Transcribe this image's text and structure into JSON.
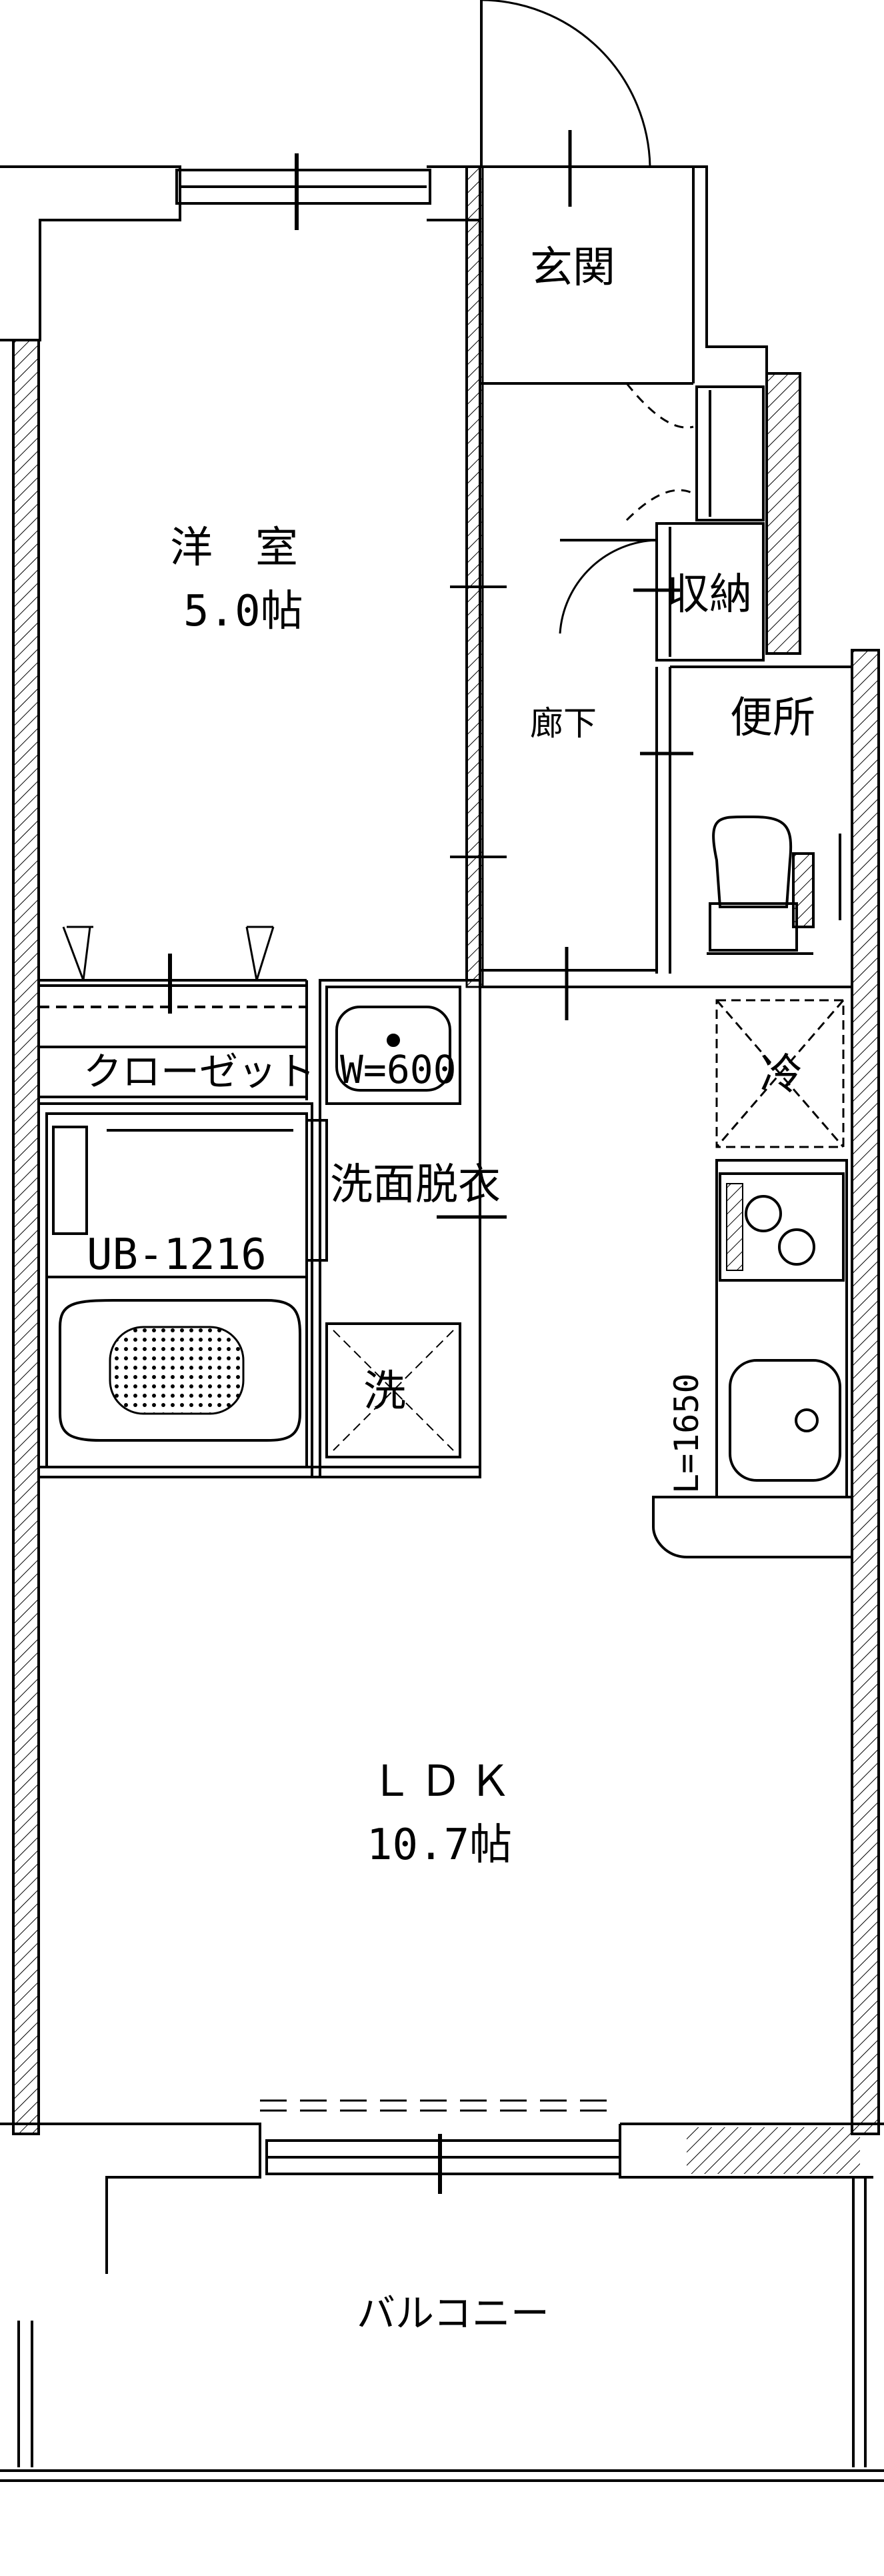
{
  "rooms": {
    "western_room": {
      "name": "洋　室",
      "area": "5.0帖"
    },
    "entrance": {
      "name": "玄関"
    },
    "storage": {
      "name": "収納"
    },
    "hallway": {
      "name": "廊下"
    },
    "toilet": {
      "name": "便所"
    },
    "closet": {
      "name": "クローゼット"
    },
    "refrigerator": {
      "name": "冷"
    },
    "washroom": {
      "name": "洗面脱衣"
    },
    "basin": {
      "label": "W=600"
    },
    "bath_unit": {
      "label": "UB-1216"
    },
    "washer": {
      "label": "洗"
    },
    "kitchen": {
      "label": "L=1650"
    },
    "ldk": {
      "name": "ＬＤＫ",
      "area": "10.7帖"
    },
    "balcony": {
      "name": "バルコニー"
    }
  }
}
